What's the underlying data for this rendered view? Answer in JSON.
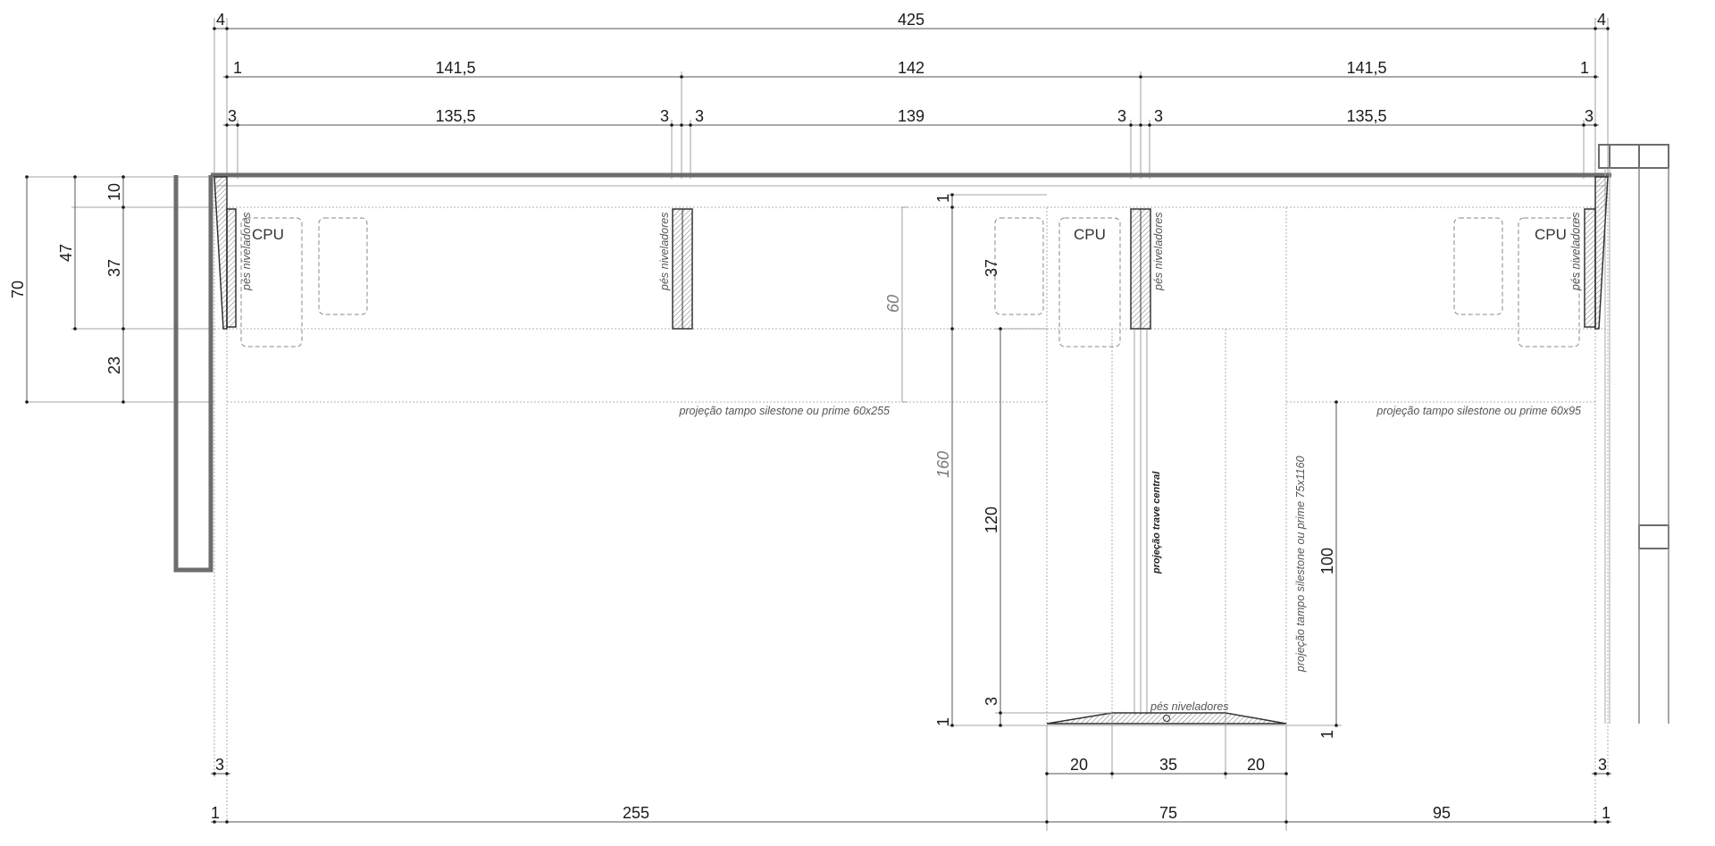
{
  "dimensions": {
    "top_overall": {
      "left_edge": "4",
      "span": "425",
      "right_edge": "4"
    },
    "top_modules": {
      "left_gap": "1",
      "module_a": "141,5",
      "module_b": "142",
      "module_c": "141,5",
      "right_gap": "1"
    },
    "top_clear": {
      "a_left": "3",
      "a_span": "135,5",
      "a_right": "3",
      "b_left": "3",
      "b_span": "139",
      "b_right": "3",
      "c_left": "3",
      "c_span": "135,5",
      "c_right": "3"
    },
    "left_depths": {
      "total": "70",
      "upper": "47",
      "strip": "10",
      "leg_zone": "37",
      "lower": "23"
    },
    "inner_depth": "60",
    "return_leg": {
      "top_gap": "1",
      "leg_zone": "37",
      "total": "160",
      "mid": "120",
      "foot": "3",
      "bottom_gap": "1",
      "right_total": "100",
      "right_gap": "1"
    },
    "foot_widths": {
      "left": "20",
      "center": "35",
      "right": "20"
    },
    "bottom_legs": {
      "left": "3",
      "right": "3"
    },
    "bottom_overall": {
      "left_gap": "1",
      "a": "255",
      "b": "75",
      "c": "95",
      "right_gap": "1"
    }
  },
  "labels": {
    "cpu": "CPU",
    "leveling_feet": "pés niveladores",
    "top_projection_left": "projeção tampo silestone ou prime 60x255",
    "top_projection_right": "projeção tampo silestone ou prime 60x95",
    "top_projection_return": "projeção tampo silestone ou prime 75x1160",
    "central_beam": "projeção trave central"
  }
}
